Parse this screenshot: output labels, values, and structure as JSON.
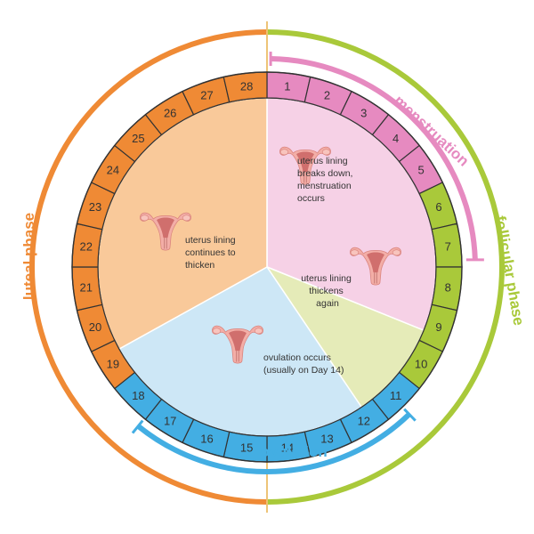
{
  "days": [
    "1",
    "2",
    "3",
    "4",
    "5",
    "6",
    "7",
    "8",
    "9",
    "10",
    "11",
    "12",
    "13",
    "14",
    "15",
    "16",
    "17",
    "18",
    "19",
    "20",
    "21",
    "22",
    "23",
    "24",
    "25",
    "26",
    "27",
    "28"
  ],
  "phases": {
    "luteal": "luteal phase",
    "follicular": "follicular phase",
    "menstruation": "menstruation",
    "ovulation": "ovulation"
  },
  "descriptions": {
    "menstruation": [
      "uterus lining",
      "breaks down,",
      "menstruation",
      "occurs"
    ],
    "thickening": [
      "uterus lining",
      "thickens",
      "again"
    ],
    "ovulation": [
      "ovulation occurs",
      "(usually on Day 14)"
    ],
    "luteal": [
      "uterus lining",
      "continues to",
      "thicken"
    ]
  },
  "colors": {
    "luteal_ring": "#ef8a35",
    "follicular_ring": "#a9c93a",
    "menstruation": "#e68ac0",
    "ovulation": "#43aee3",
    "luteal_fill": "#f9c99a",
    "menstruation_fill": "#f6d1e6",
    "thickening_fill": "#e5ebb8",
    "ovulation_fill": "#cde7f6",
    "uterus": "#f3aea7",
    "uterus_dark": "#c45a5a",
    "divider": "#e8b04a"
  },
  "segments": [
    {
      "name": "menstruation",
      "days": [
        1,
        5
      ]
    },
    {
      "name": "thickening",
      "days": [
        6,
        10
      ]
    },
    {
      "name": "ovulation",
      "days": [
        11,
        18
      ]
    },
    {
      "name": "luteal",
      "days": [
        19,
        28
      ]
    }
  ]
}
